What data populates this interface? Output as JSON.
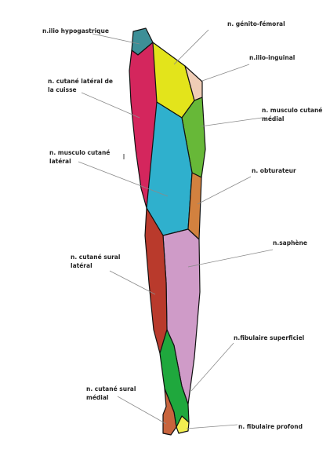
{
  "labels": {
    "ilio_hypogastrique": "n.ilio hypogastrique",
    "genito_femoral": "n. génito-fémoral",
    "ilio_inguinal": "n.ilio-inguinal",
    "cutane_lateral_cuisse_1": "n. cutané latéral de",
    "cutane_lateral_cuisse_2": "la cuisse",
    "musculo_cutane_medial_1": "n. musculo cutané",
    "musculo_cutane_medial_2": "médial",
    "musculo_cutane_lateral_1": "n. musculo cutané",
    "musculo_cutane_lateral_2": "latéral",
    "obturateur": "n. obturateur",
    "saphene": "n.saphène",
    "cutane_sural_lateral_1": "n. cutané sural",
    "cutane_sural_lateral_2": "latéral",
    "fibulaire_superficiel": "n.fibulaire superficiel",
    "cutane_sural_medial_1": "n. cutané sural",
    "cutane_sural_medial_2": "médial",
    "fibulaire_profond": "n. fibulaire profond"
  },
  "colors": {
    "ilio_hypogastrique": "#3d8f97",
    "genito_femoral": "#e3e41b",
    "ilio_inguinal": "#f0cdb6",
    "cutane_lateral_cuisse": "#d4265d",
    "musculo_cutane_medial": "#67b838",
    "musculo_cutane_lateral": "#2fb0cd",
    "obturateur": "#d2813f",
    "saphene": "#cf9bc8",
    "cutane_sural_lateral": "#b93a2c",
    "fibulaire_superficiel": "#1fa83d",
    "cutane_sural_medial": "#c8643d",
    "fibulaire_profond": "#f2ee50"
  }
}
